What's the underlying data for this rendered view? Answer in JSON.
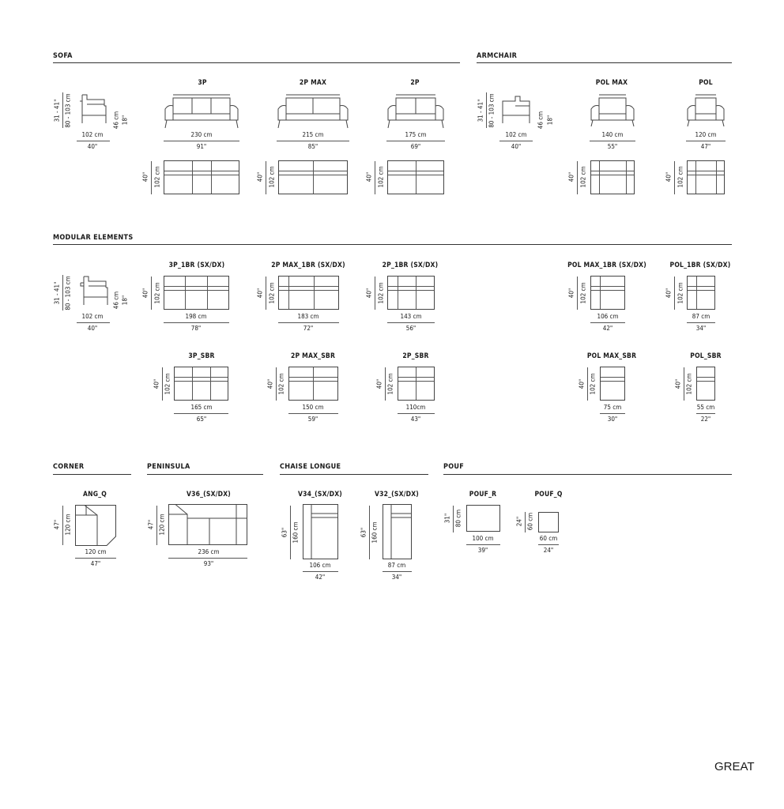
{
  "sections": {
    "sofa": "SOFA",
    "armchair": "ARMCHAIR",
    "modular": "MODULAR ELEMENTS",
    "corner": "CORNER",
    "peninsula": "PENINSULA",
    "chaise": "CHAISE LONGUE",
    "pouf": "POUF"
  },
  "sofa": {
    "side": {
      "depth_cm": "102 cm",
      "depth_in": "40\"",
      "height_cm": "80 - 103 cm",
      "height_in": "31 - 41\"",
      "seat_cm": "46 cm",
      "seat_in": "18\""
    },
    "items": [
      {
        "name": "3P",
        "width_cm": "230 cm",
        "width_in": "91\"",
        "depth_cm": "102 cm",
        "depth_in": "40\""
      },
      {
        "name": "2P MAX",
        "width_cm": "215 cm",
        "width_in": "85\"",
        "depth_cm": "102 cm",
        "depth_in": "40\""
      },
      {
        "name": "2P",
        "width_cm": "175 cm",
        "width_in": "69\"",
        "depth_cm": "102 cm",
        "depth_in": "40\""
      }
    ]
  },
  "armchair": {
    "side": {
      "depth_cm": "102 cm",
      "depth_in": "40\"",
      "height_cm": "80 - 103 cm",
      "height_in": "31 - 41\"",
      "seat_cm": "46 cm",
      "seat_in": "18\""
    },
    "items": [
      {
        "name": "POL MAX",
        "width_cm": "140 cm",
        "width_in": "55\"",
        "depth_cm": "102 cm",
        "depth_in": "40\""
      },
      {
        "name": "POL",
        "width_cm": "120 cm",
        "width_in": "47\"",
        "depth_cm": "102 cm",
        "depth_in": "40\""
      }
    ]
  },
  "modular": {
    "side": {
      "depth_cm": "102 cm",
      "depth_in": "40\"",
      "height_cm": "80 - 103 cm",
      "height_in": "31 - 41\"",
      "seat_cm": "46 cm",
      "seat_in": "18\""
    },
    "row1": [
      {
        "name": "3P_1BR (SX/DX)",
        "width_cm": "198 cm",
        "width_in": "78\"",
        "depth_cm": "102 cm",
        "depth_in": "40\""
      },
      {
        "name": "2P MAX_1BR (SX/DX)",
        "width_cm": "183 cm",
        "width_in": "72\"",
        "depth_cm": "102 cm",
        "depth_in": "40\""
      },
      {
        "name": "2P_1BR (SX/DX)",
        "width_cm": "143 cm",
        "width_in": "56\"",
        "depth_cm": "102 cm",
        "depth_in": "40\""
      },
      {
        "name": "POL MAX_1BR (SX/DX)",
        "width_cm": "106 cm",
        "width_in": "42\"",
        "depth_cm": "102 cm",
        "depth_in": "40\""
      },
      {
        "name": "POL_1BR (SX/DX)",
        "width_cm": "87 cm",
        "width_in": "34\"",
        "depth_cm": "102 cm",
        "depth_in": "40\""
      }
    ],
    "row2": [
      {
        "name": "3P_SBR",
        "width_cm": "165 cm",
        "width_in": "65\"",
        "depth_cm": "102 cm",
        "depth_in": "40\""
      },
      {
        "name": "2P MAX_SBR",
        "width_cm": "150 cm",
        "width_in": "59\"",
        "depth_cm": "102 cm",
        "depth_in": "40\""
      },
      {
        "name": "2P_SBR",
        "width_cm": "110cm",
        "width_in": "43\"",
        "depth_cm": "102 cm",
        "depth_in": "40\""
      },
      {
        "name": "POL MAX_SBR",
        "width_cm": "75 cm",
        "width_in": "30\"",
        "depth_cm": "102 cm",
        "depth_in": "40\""
      },
      {
        "name": "POL_SBR",
        "width_cm": "55 cm",
        "width_in": "22\"",
        "depth_cm": "102 cm",
        "depth_in": "40\""
      }
    ]
  },
  "corner": {
    "name": "ANG_Q",
    "width_cm": "120 cm",
    "width_in": "47\"",
    "depth_cm": "120 cm",
    "depth_in": "47\""
  },
  "peninsula": {
    "name": "V36_(SX/DX)",
    "width_cm": "236 cm",
    "width_in": "93\"",
    "depth_cm": "120 cm",
    "depth_in": "47\""
  },
  "chaise": [
    {
      "name": "V34_(SX/DX)",
      "width_cm": "106 cm",
      "width_in": "42\"",
      "depth_cm": "160 cm",
      "depth_in": "63\""
    },
    {
      "name": "V32_(SX/DX)",
      "width_cm": "87 cm",
      "width_in": "34\"",
      "depth_cm": "160 cm",
      "depth_in": "63\""
    }
  ],
  "pouf": [
    {
      "name": "POUF_R",
      "width_cm": "100 cm",
      "width_in": "39\"",
      "depth_cm": "80 cm",
      "depth_in": "31\""
    },
    {
      "name": "POUF_Q",
      "width_cm": "60 cm",
      "width_in": "24\"",
      "depth_cm": "60 cm",
      "depth_in": "24\""
    }
  ],
  "brand": "GREAT"
}
